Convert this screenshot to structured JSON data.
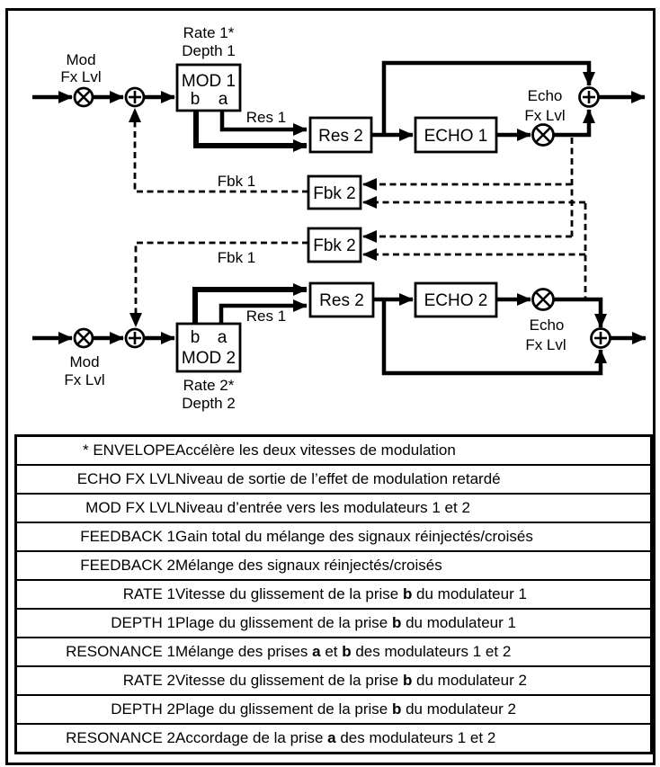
{
  "diagram": {
    "mod_fx_lvl_line1": "Mod",
    "mod_fx_lvl_line2": "Fx Lvl",
    "echo_fx_lvl_line1": "Echo",
    "echo_fx_lvl_line2": "Fx Lvl",
    "rate_1": "Rate 1*",
    "depth_1": "Depth 1",
    "rate_2": "Rate 2*",
    "depth_2": "Depth 2",
    "mod_1": "MOD 1",
    "mod_2": "MOD 2",
    "tap_b": "b",
    "tap_a": "a",
    "res_1": "Res 1",
    "res_2": "Res 2",
    "echo_1": "ECHO 1",
    "echo_2": "ECHO 2",
    "fbk_1": "Fbk 1",
    "fbk_2": "Fbk 2"
  },
  "table": {
    "rows": [
      {
        "param": "* ENVELOPE",
        "desc": [
          {
            "t": "Accélère les deux vitesses de modulation",
            "b": false
          }
        ]
      },
      {
        "param": "ECHO FX LVL",
        "desc": [
          {
            "t": "Niveau de sortie de l’effet de modulation retardé",
            "b": false
          }
        ]
      },
      {
        "param": "MOD FX LVL",
        "desc": [
          {
            "t": "Niveau d’entrée vers les modulateurs 1 et 2",
            "b": false
          }
        ]
      },
      {
        "param": "FEEDBACK 1",
        "desc": [
          {
            "t": "Gain total du mélange des signaux réinjectés/croisés",
            "b": false
          }
        ]
      },
      {
        "param": "FEEDBACK 2",
        "desc": [
          {
            "t": "Mélange des signaux réinjectés/croisés",
            "b": false
          }
        ]
      },
      {
        "param": "RATE 1",
        "desc": [
          {
            "t": "Vitesse du glissement de la prise ",
            "b": false
          },
          {
            "t": "b",
            "b": true
          },
          {
            "t": " du modulateur 1",
            "b": false
          }
        ]
      },
      {
        "param": "DEPTH 1",
        "desc": [
          {
            "t": "Plage du glissement de la prise ",
            "b": false
          },
          {
            "t": "b",
            "b": true
          },
          {
            "t": " du modulateur 1",
            "b": false
          }
        ]
      },
      {
        "param": "RESONANCE 1",
        "desc": [
          {
            "t": "Mélange des prises ",
            "b": false
          },
          {
            "t": "a",
            "b": true
          },
          {
            "t": " et ",
            "b": false
          },
          {
            "t": "b",
            "b": true
          },
          {
            "t": " des modulateurs 1 et 2",
            "b": false
          }
        ]
      },
      {
        "param": "RATE 2",
        "desc": [
          {
            "t": "Vitesse du glissement de la prise ",
            "b": false
          },
          {
            "t": "b",
            "b": true
          },
          {
            "t": " du modulateur 2",
            "b": false
          }
        ]
      },
      {
        "param": "DEPTH 2",
        "desc": [
          {
            "t": "Plage du glissement de la prise ",
            "b": false
          },
          {
            "t": "b",
            "b": true
          },
          {
            "t": " du modulateur 2",
            "b": false
          }
        ]
      },
      {
        "param": "RESONANCE 2",
        "desc": [
          {
            "t": "Accordage de la prise ",
            "b": false
          },
          {
            "t": "a",
            "b": true
          },
          {
            "t": " des modulateurs 1 et 2",
            "b": false
          }
        ]
      }
    ]
  },
  "colors": {
    "ink": "#000000",
    "background": "#ffffff"
  }
}
